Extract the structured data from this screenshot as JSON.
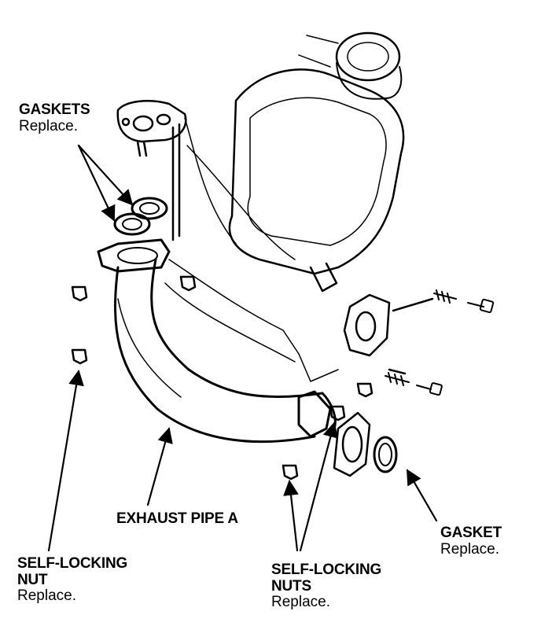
{
  "labels": {
    "gaskets": {
      "title": "GASKETS",
      "note": "Replace."
    },
    "exhaust_pipe": {
      "title": "EXHAUST PIPE A"
    },
    "gasket": {
      "title": "GASKET",
      "note": "Replace."
    },
    "self_locking_nut": {
      "title_line1": "SELF-LOCKING",
      "title_line2": "NUT",
      "note": "Replace."
    },
    "self_locking_nuts": {
      "title_line1": "SELF-LOCKING",
      "title_line2": "NUTS",
      "note": "Replace."
    }
  },
  "colors": {
    "ink": "#000000",
    "paper": "#ffffff"
  }
}
